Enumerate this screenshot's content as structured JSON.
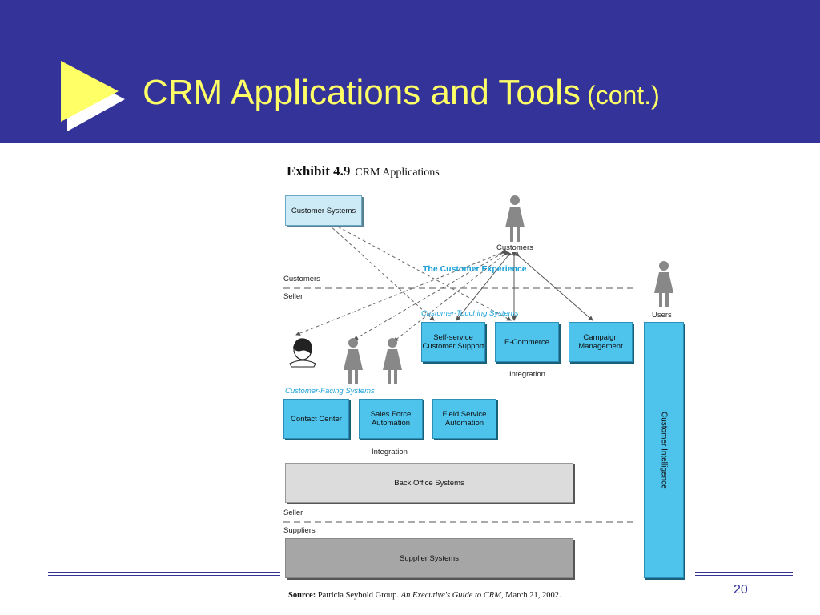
{
  "slide": {
    "title": "CRM Applications and Tools",
    "title_sub": "(cont.)",
    "page_number": "20",
    "colors": {
      "header_bg": "#333399",
      "title": "#ffff66",
      "accent_blue": "#4ec3ec"
    }
  },
  "exhibit": {
    "number": "Exhibit 4.9",
    "name": "CRM Applications"
  },
  "diagram": {
    "customer_systems": "Customer Systems",
    "customers_icon_label": "Customers",
    "users_icon_label": "Users",
    "customer_experience": "The Customer Experience",
    "customers_zone": "Customers",
    "seller_zone_top": "Seller",
    "customer_touching": "Customer-Touching Systems",
    "self_service": "Self-service Customer Support",
    "ecommerce": "E-Commerce",
    "campaign": "Campaign Management",
    "integration_top": "Integration",
    "customer_facing": "Customer-Facing Systems",
    "contact_center": "Contact Center",
    "sales_force": "Sales Force Automation",
    "field_service": "Field Service Automation",
    "integration_bottom": "Integration",
    "back_office": "Back Office Systems",
    "seller_zone_bottom": "Seller",
    "suppliers_zone": "Suppliers",
    "supplier_systems": "Supplier Systems",
    "customer_intelligence": "Customer Intelligence"
  },
  "source": {
    "label": "Source:",
    "org": "Patricia Seybold Group.",
    "book": "An Executive's Guide to CRM,",
    "date": "March 21, 2002."
  }
}
